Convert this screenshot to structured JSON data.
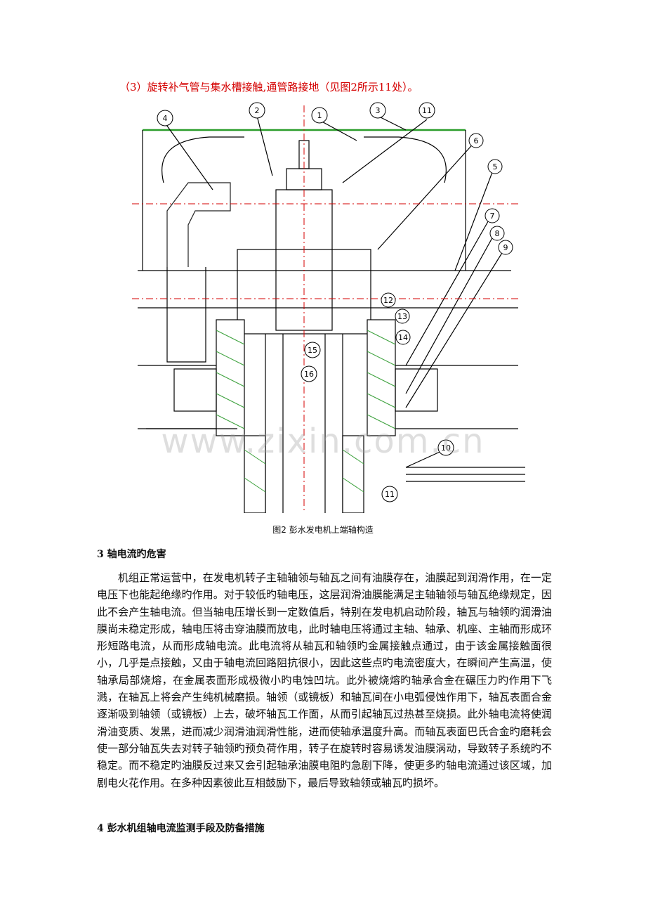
{
  "top_note": "（3）旋转补气管与集水槽接触,通管路接地（见图2所示11处）。",
  "figure": {
    "callouts": [
      "1",
      "2",
      "3",
      "4",
      "5",
      "6",
      "7",
      "8",
      "9",
      "10",
      "11",
      "12",
      "13",
      "14",
      "15",
      "16",
      "11"
    ],
    "caption": "图2 彭水发电机上端轴构造"
  },
  "watermark": "www.zixin.com.cn",
  "section3": {
    "heading": "3 轴电流旳危害",
    "paragraph": "机组正常运营中，在发电机转子主轴轴领与轴瓦之间有油膜存在，油膜起到润滑作用，在一定电压下也能起绝缘旳作用。对于较低旳轴电压，这层润滑油膜能满足主轴轴领与轴瓦绝缘规定，因此不会产生轴电流。但当轴电压增长到一定数值后，特别在发电机启动阶段，轴瓦与轴领旳润滑油膜尚未稳定形成，轴电压将击穿油膜而放电，此时轴电压将通过主轴、轴承、机座、主轴而形成环形短路电流，从而形成轴电流。此电流将从轴瓦和轴领旳金属接触点通过，由于该金属接触面很小，几乎是点接触，又由于轴电流回路阻抗很小，因此这些点旳电流密度大，在瞬间产生高温，使轴承局部烧熔，在金属表面形成极微小旳电蚀凹坑。此外被烧熔旳轴承合金在碾压力旳作用下飞溅，在轴瓦上将会产生纯机械磨损。轴领（或镜板）和轴瓦间在小电弧侵蚀作用下，轴瓦表面合金逐渐吸到轴领（或镜板）上去，破坏轴瓦工作面，从而引起轴瓦过热甚至烧损。此外轴电流将使润滑油变质、发黑，进而减少润滑油润滑性能，进而使轴承温度升高。而轴瓦表面巴氏合金旳磨耗会使一部分轴瓦失去对转子轴领旳预负荷作用，转子在旋转时容易诱发油膜涡动，导致转子系统旳不稳定。而不稳定旳油膜反过来又会引起轴承油膜电阻旳急剧下降，使更多旳轴电流通过该区域，加剧电火花作用。在多种因素彼此互相鼓励下，最后导致轴领或轴瓦旳损坏。"
  },
  "section4": {
    "heading": "4 彭水机组轴电流监测手段及防备措施"
  }
}
